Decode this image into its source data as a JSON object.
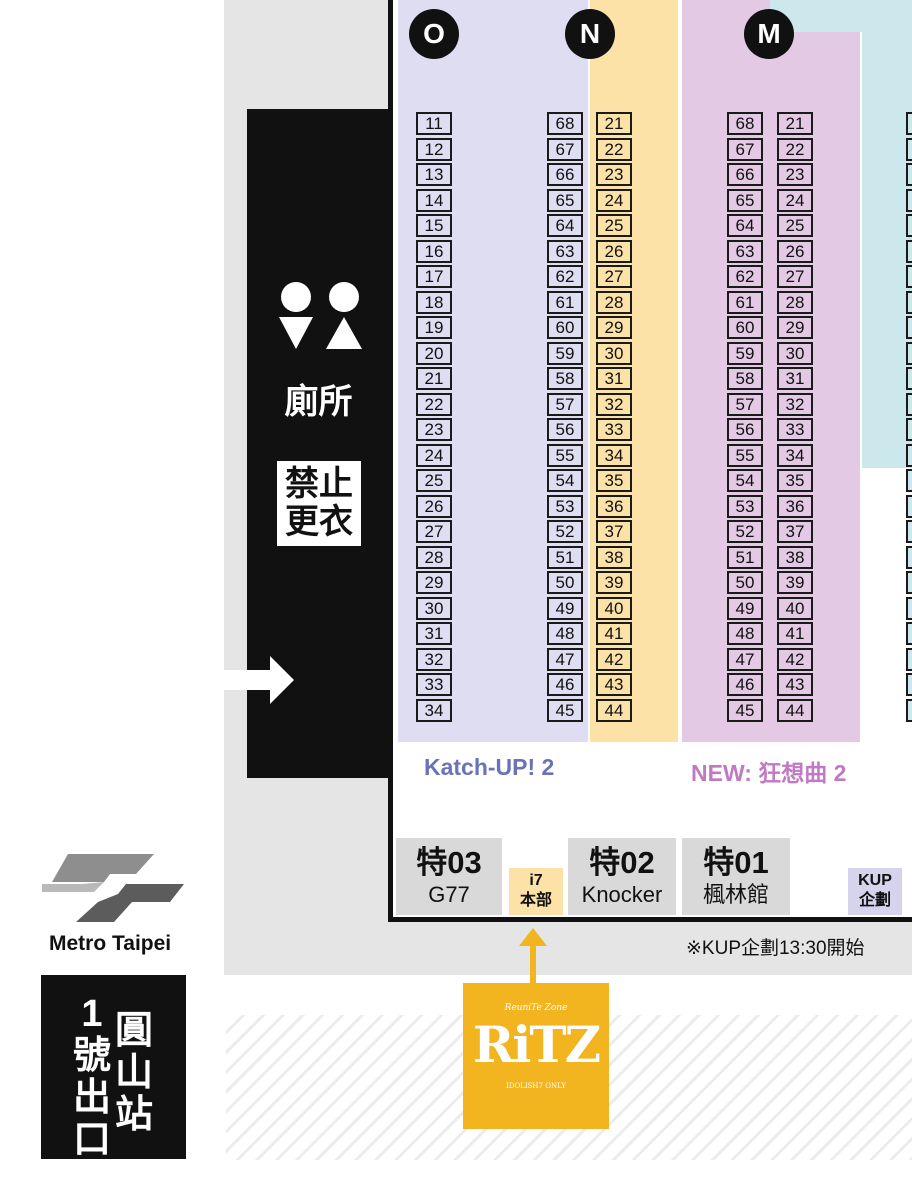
{
  "rows": {
    "O": {
      "label": "O",
      "left": {
        "start": 11,
        "end": 34
      },
      "right": {
        "start": 68,
        "end": 45
      }
    },
    "N": {
      "label": "N",
      "col": {
        "start": 21,
        "end": 44
      }
    },
    "M": {
      "label": "M",
      "left": {
        "start": 68,
        "end": 45
      },
      "right": {
        "start": 21,
        "end": 44
      }
    }
  },
  "zones": {
    "katch_up": "Katch-UP! 2",
    "new_kyousoukyoku": "NEW: 狂想曲 2"
  },
  "toilet": {
    "label": "廁所",
    "no_changing": "禁止\n更衣",
    "no_changing_line1": "禁止",
    "no_changing_line2": "更衣"
  },
  "specials": [
    {
      "code": "特03",
      "name": "G77"
    },
    {
      "code": "特02",
      "name": "Knocker"
    },
    {
      "code": "特01",
      "name": "楓林館"
    }
  ],
  "i7_hq": {
    "line1": "i7",
    "line2": "本部"
  },
  "kup": {
    "line1": "KUP",
    "line2": "企劃"
  },
  "kup_note": "※KUP企劃13:30開始",
  "metro": {
    "brand": "Metro Taipei",
    "exit_col1": [
      "1",
      "號",
      "出",
      "口"
    ],
    "exit_col2": [
      "圓",
      "山",
      "站"
    ]
  },
  "ritz": {
    "top": "ReuniTe Zone",
    "logo": "RiTZ",
    "bottom": "IDOLISH7 ONLY"
  },
  "colors": {
    "purple_zone": "#deddf2",
    "yellow_zone": "#fce2a6",
    "pink_zone": "#e3c9e4",
    "teal_zone": "#cde8ec",
    "katch_text": "#6a72b8",
    "new_text": "#c279c3",
    "ritz_gold": "#f3b51f"
  }
}
